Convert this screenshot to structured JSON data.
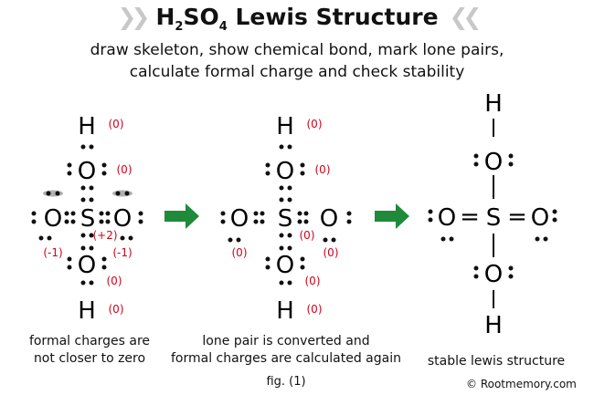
{
  "header": {
    "formula_main": "H",
    "formula_sub1": "2",
    "formula_mid": "SO",
    "formula_sub2": "4",
    "title_rest": " Lewis Structure",
    "chevrons_left": "❯❯",
    "chevrons_right": "❮❮"
  },
  "subtitle": {
    "line1": "draw skeleton, show chemical bond, mark lone pairs,",
    "line2": "calculate formal charge and check stability"
  },
  "atoms": {
    "H": "H",
    "O": "O",
    "S": "S"
  },
  "charges": {
    "zero": "(0)",
    "minus_one": "(-1)",
    "plus_two": "(+2)"
  },
  "bonds": {
    "double": "="
  },
  "captions": {
    "left_line1": "formal charges are",
    "left_line2": "not closer to zero",
    "middle_line1": "lone pair is converted and",
    "middle_line2": "formal charges are calculated again",
    "right": "stable lewis structure",
    "figure": "fig. (1)"
  },
  "footer": {
    "copyright": "© Rootmemory.com"
  },
  "colors": {
    "charge": "#d0021b",
    "arrow": "#1e8a3a",
    "chevron": "#c8c8c8"
  }
}
